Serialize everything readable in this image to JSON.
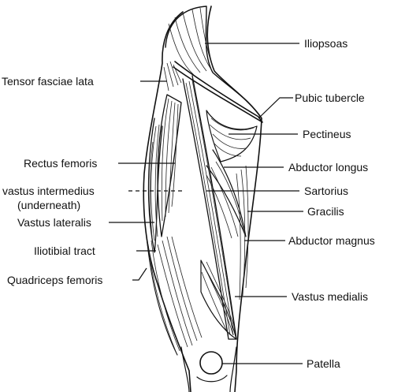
{
  "labels": {
    "iliopsoas": "Iliopsoas",
    "tensor_fasciae_lata": "Tensor fasciae lata",
    "pubic_tubercle": "Pubic tubercle",
    "pectineus": "Pectineus",
    "rectus_femoris": "Rectus femoris",
    "abductor_longus": "Abductor longus",
    "vastus_intermedius": "vastus intermedius",
    "vastus_intermedius_note": "(underneath)",
    "sartorius": "Sartorius",
    "vastus_lateralis": "Vastus lateralis",
    "gracilis": "Gracilis",
    "iliotibial_tract": "Iliotibial tract",
    "abductor_magnus": "Abductor magnus",
    "quadriceps_femoris": "Quadriceps femoris",
    "vastus_medialis": "Vastus medialis",
    "patella": "Patella"
  },
  "colors": {
    "ink": "#111111",
    "background": "#ffffff"
  }
}
